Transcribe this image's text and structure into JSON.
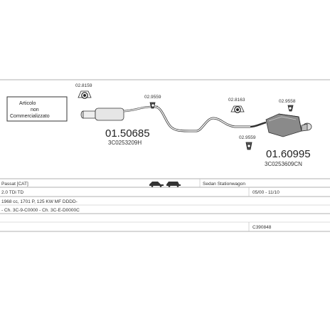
{
  "note_box": {
    "line1": "Articolo",
    "line2": "non",
    "line3": "Commercializzato"
  },
  "parts": {
    "front_pipe": {
      "number": "01.50685",
      "oem": "3C0253209H"
    },
    "rear_silencer": {
      "number": "01.60995",
      "oem": "3C0253609CN"
    }
  },
  "fittings": {
    "clamp_left": "02.8159",
    "hanger_left": "02.9559",
    "clamp_mid": "02.8163",
    "hanger_mid": "02.9559",
    "hanger_right": "02.9558"
  },
  "specs": {
    "model": "Passat [CAT]",
    "body": "Sedan Stationwagon",
    "engine": "2.0 TDi TD",
    "dates": "05/00 - 11/10",
    "engine_detail": "1968 cc, 1701 P, 125 KW MF DDDD-",
    "chassis": "- Ch. 3C-9-C0000 - Ch. 3C-E-D0000C",
    "code": "C390848"
  }
}
